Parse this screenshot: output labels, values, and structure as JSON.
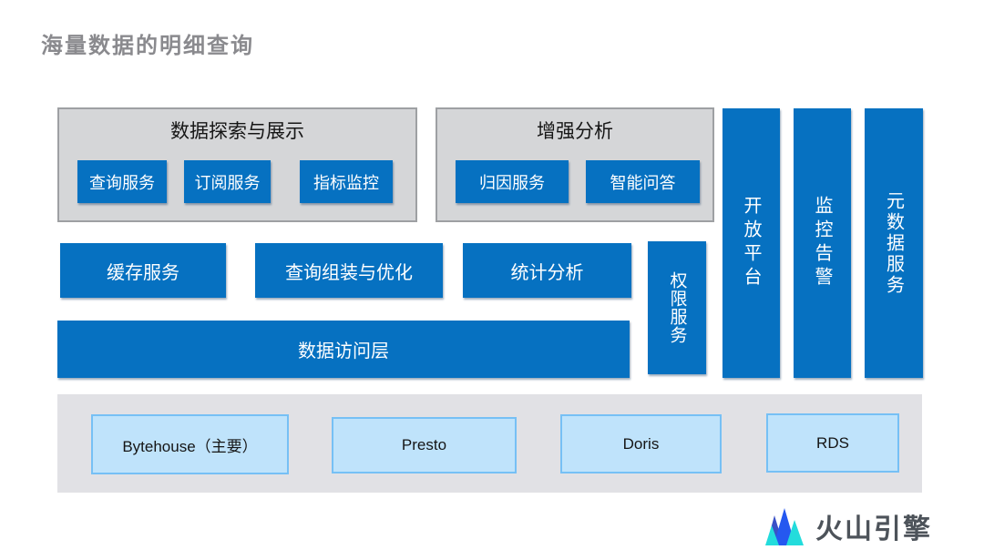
{
  "title": "海量数据的明细查询",
  "panels": [
    {
      "title": "数据探索与展示",
      "items": [
        "查询服务",
        "订阅服务",
        "指标监控"
      ]
    },
    {
      "title": "增强分析",
      "items": [
        "归因服务",
        "智能问答"
      ]
    }
  ],
  "pillars": [
    "开放平台",
    "监控告警",
    "元数据服务"
  ],
  "services": [
    "缓存服务",
    "查询组装与优化",
    "统计分析"
  ],
  "permission": "权限服务",
  "access_layer": "数据访问层",
  "engines": [
    "Bytehouse（主要）",
    "Presto",
    "Doris",
    "RDS"
  ],
  "logo": {
    "text": "火山引擎",
    "icon": "mountain-peaks"
  },
  "colors": {
    "primary_blue": "#0671c1",
    "panel_gray": "#d5d6d8",
    "panel_border": "#9ea0a3",
    "band_gray": "#e1e1e5",
    "engine_fill": "#bfe3fb",
    "engine_border": "#76c0f5",
    "title_gray": "#8a8a8e",
    "logo_text_gray": "#4d535a",
    "logo_bright_blue": "#2558f0",
    "logo_dark_blue": "#3a50c6",
    "logo_cyan": "#23dcdc"
  }
}
